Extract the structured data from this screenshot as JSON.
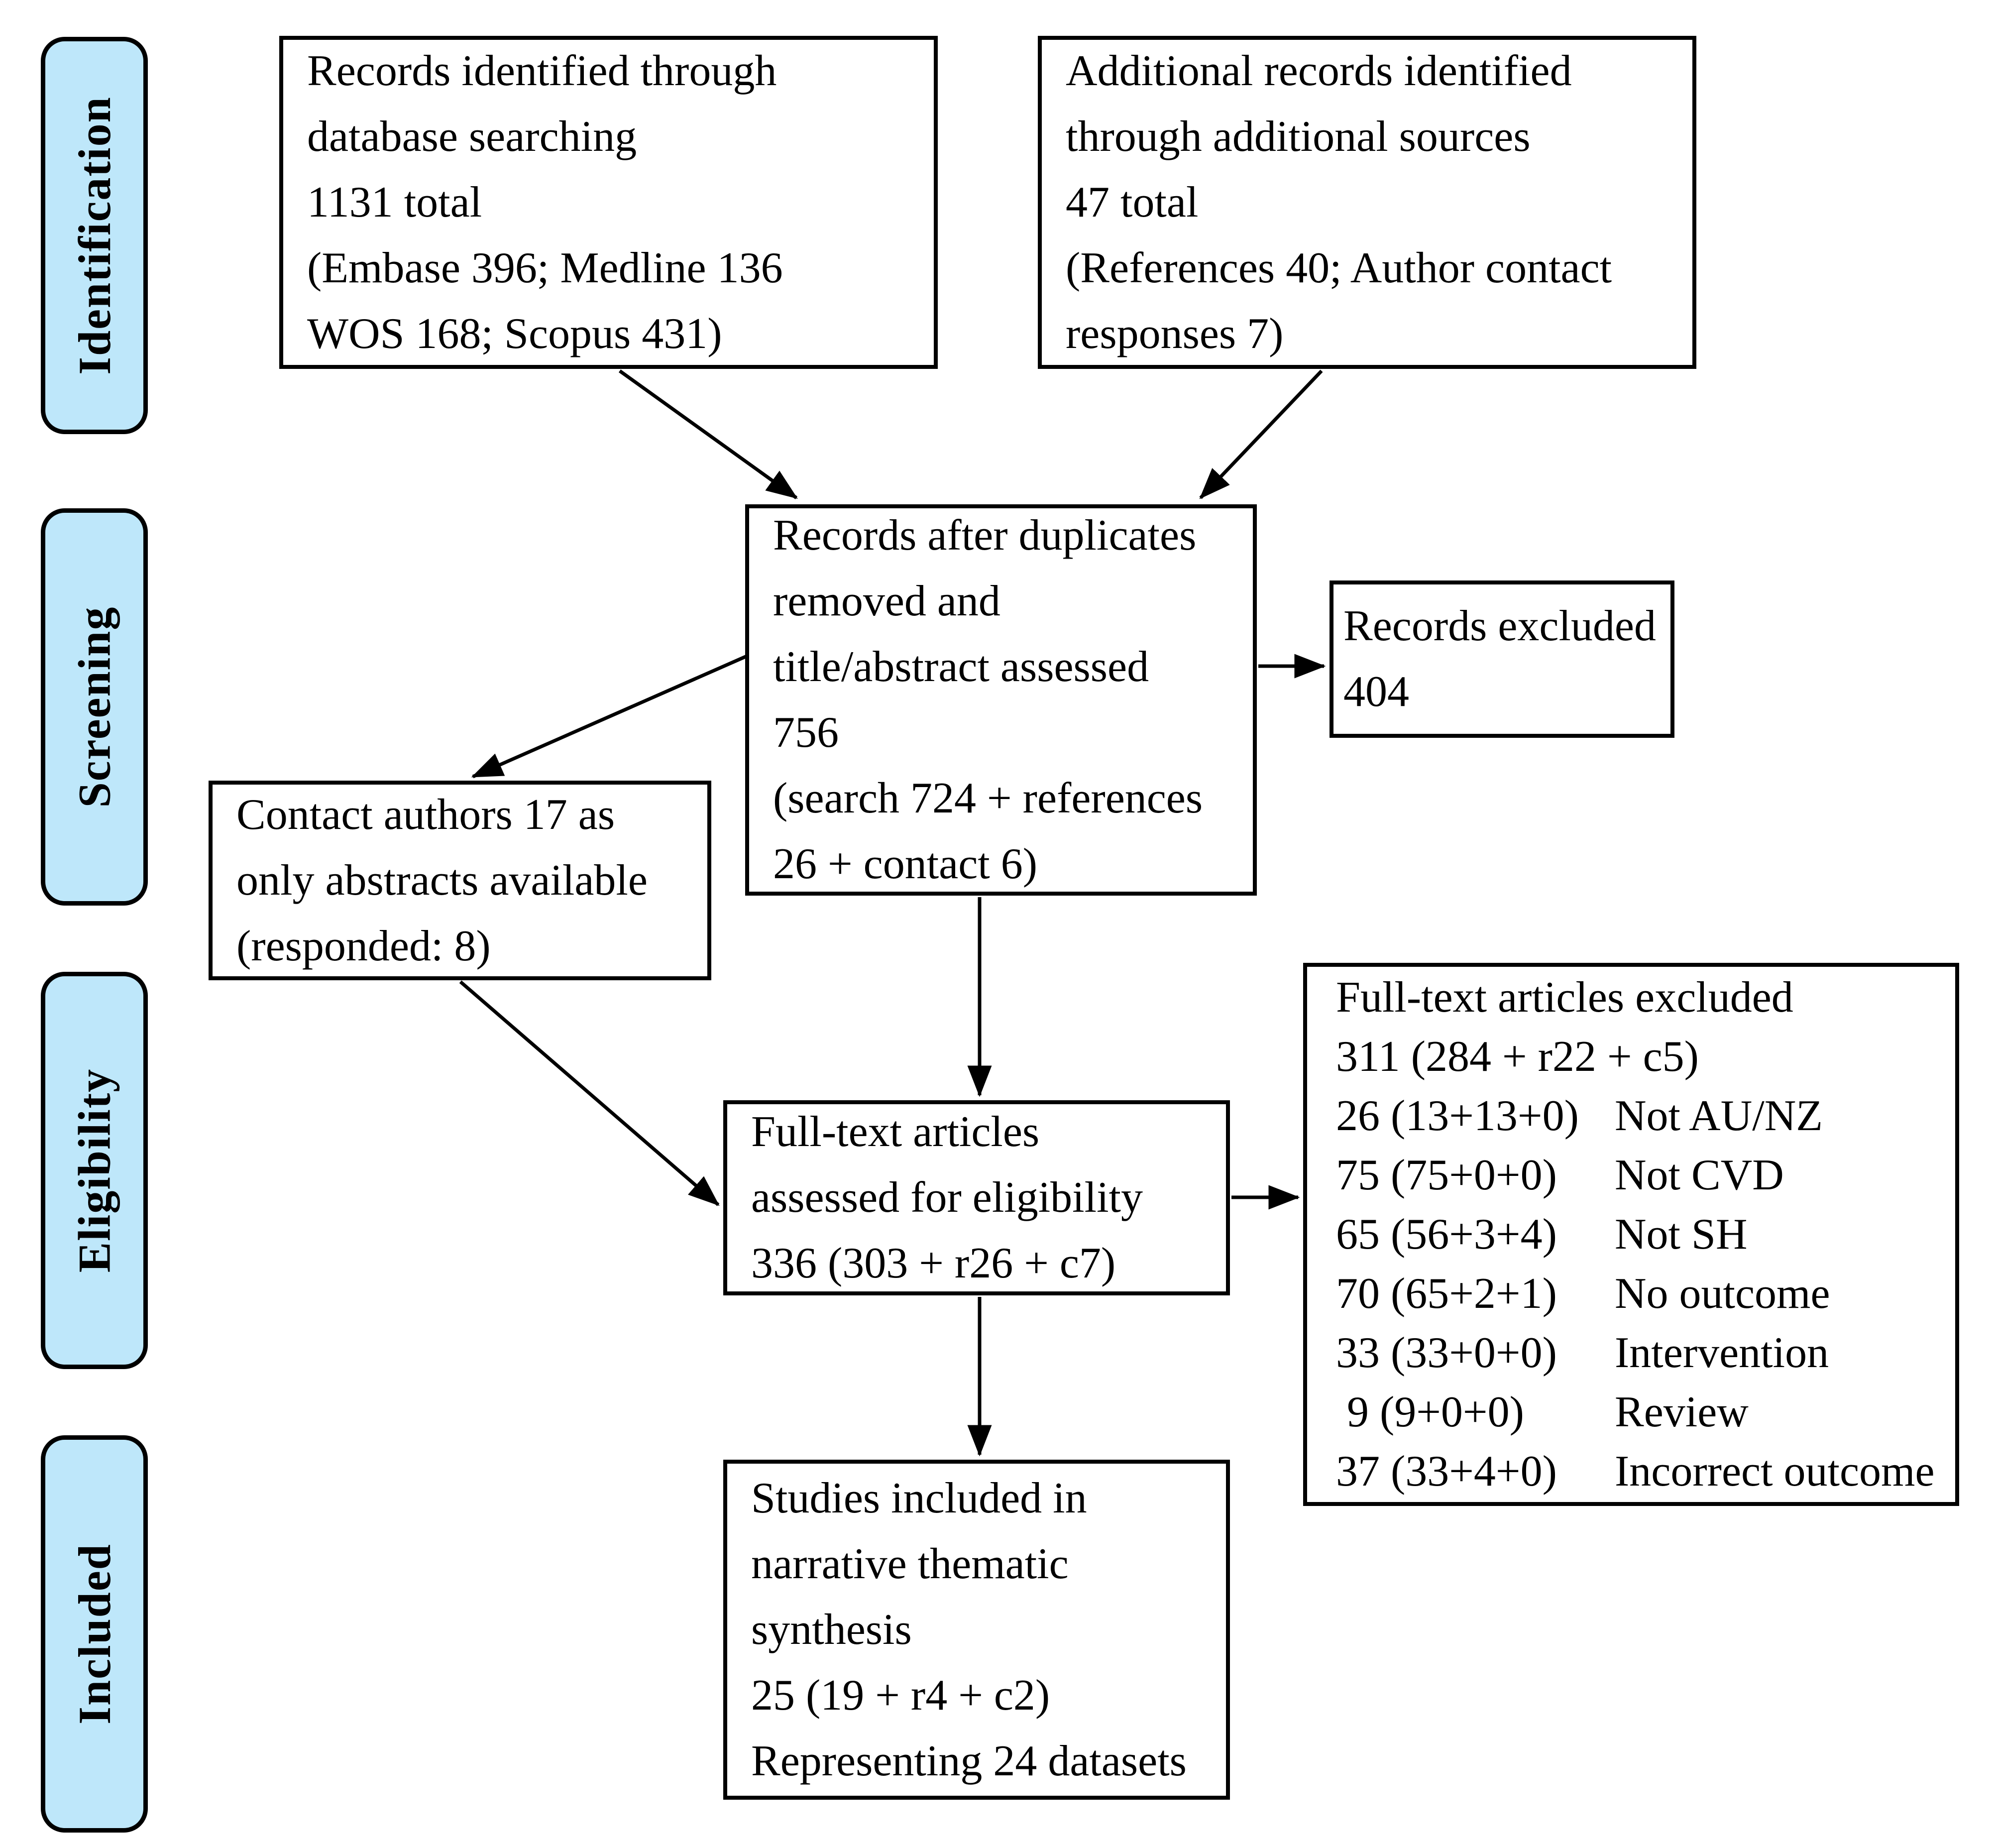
{
  "palette": {
    "stage_fill": "#BEE7FA",
    "border": "#000000",
    "background": "#FFFFFF"
  },
  "sidebar": {
    "identification": "Identification",
    "screening": "Screening",
    "eligibility": "Eligibility",
    "included": "Included"
  },
  "boxes": {
    "records_identified": {
      "lines": [
        "Records identified through",
        "database searching",
        "1131 total",
        "(Embase 396; Medline 136",
        "WOS 168; Scopus 431)"
      ]
    },
    "additional_records": {
      "lines": [
        "Additional records identified",
        "through additional sources",
        "47 total",
        "(References 40; Author contact",
        "responses 7)"
      ]
    },
    "after_duplicates": {
      "lines": [
        "Records after duplicates",
        "removed and",
        "title/abstract assessed",
        "756",
        "(search 724 + references",
        "26 + contact 6)"
      ]
    },
    "records_excluded": {
      "lines": [
        "Records excluded",
        "404"
      ]
    },
    "contact_authors": {
      "lines": [
        "Contact authors 17 as",
        "only abstracts available",
        "(responded: 8)"
      ]
    },
    "fulltext_assessed": {
      "lines": [
        "Full-text articles",
        "assessed for eligibility",
        "336 (303 + r26 + c7)"
      ]
    },
    "fulltext_excluded": {
      "header_lines": [
        "Full-text articles excluded",
        "311 (284 + r22 + c5)"
      ],
      "rows": [
        {
          "left": "26 (13+13+0)",
          "label": "Not AU/NZ"
        },
        {
          "left": "75 (75+0+0)",
          "label": "Not CVD"
        },
        {
          "left": "65 (56+3+4)",
          "label": "Not SH"
        },
        {
          "left": "70 (65+2+1)",
          "label": "No outcome"
        },
        {
          "left": "33 (33+0+0)",
          "label": "Intervention"
        },
        {
          "left": " 9 (9+0+0)",
          "label": "Review"
        },
        {
          "left": "37 (33+4+0)",
          "label": "Incorrect outcome"
        }
      ]
    },
    "studies_included": {
      "lines": [
        "Studies included in",
        "narrative thematic",
        "synthesis",
        "25 (19 + r4 + c2)",
        "Representing 24 datasets"
      ]
    }
  }
}
